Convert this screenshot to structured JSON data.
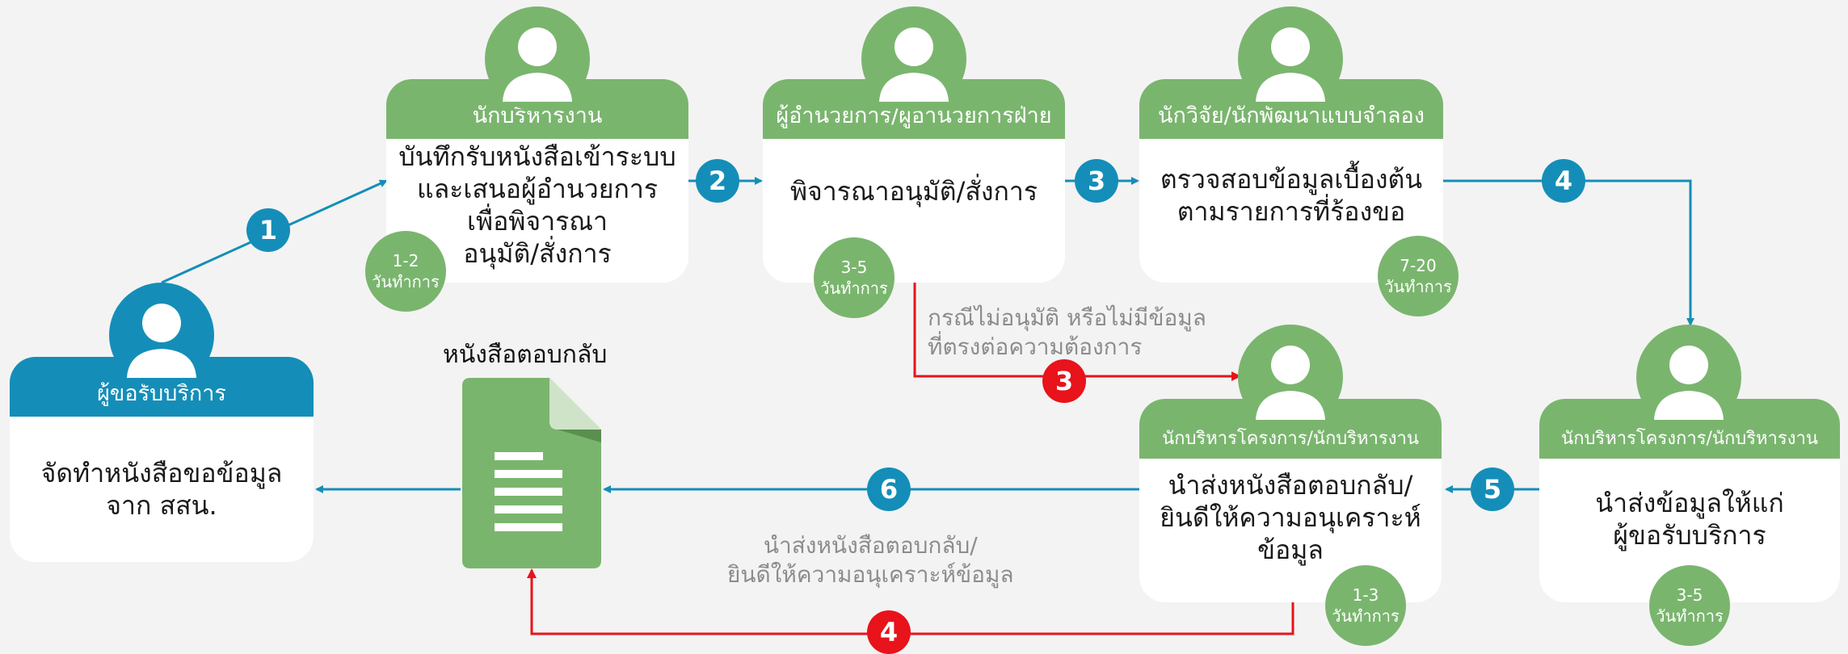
{
  "requester": {
    "header": "ผู้ขอรับบริการ",
    "text": "จัดทำหนังสือขอข้อมูล\nจาก สสน."
  },
  "step1_card": {
    "header": "นักบริหารงาน",
    "text": "บันทึกรับหนังสือเข้าระบบ\nและเสนอผู้อำนวยการ\nเพื่อพิจารณา\nอนุมัติ/สั่งการ",
    "days": "1-2\nวันทำการ"
  },
  "step2_card": {
    "header": "ผู้อำนวยการ/ผู้อำนวยการฝ่าย",
    "text": "พิจารณาอนุมัติ/สั่งการ",
    "days": "3-5\nวันทำการ"
  },
  "step3_card": {
    "header": "นักวิจัย/นักพัฒนาแบบจำลอง",
    "text": "ตรวจสอบข้อมูลเบื้องต้น\nตามรายการที่ร้องขอ",
    "days": "7-20\nวันทำการ"
  },
  "step4_card": {
    "header": "นักบริหารโครงการ/นักบริหารงาน",
    "text": "นำส่งข้อมูลให้แก่\nผู้ขอรับบริการ",
    "days": "3-5\nวันทำการ"
  },
  "step5_card": {
    "header": "นักบริหารโครงการ/นักบริหารงาน",
    "text": "นำส่งหนังสือตอบกลับ/\nยินดีให้ความอนุเคราะห์\nข้อมูล",
    "days": "1-3\nวันทำการ"
  },
  "document": {
    "title": "หนังสือตอบกลับ"
  },
  "notes": {
    "reject": "กรณีไม่อนุมัติ หรือไม่มีข้อมูล\nที่ตรงต่อความต้องการ",
    "reply": "นำส่งหนังสือตอบกลับ/\nยินดีให้ความอนุเคราะห์ข้อมูล"
  },
  "numbers": {
    "n1": "1",
    "n2": "2",
    "n3": "3",
    "n4": "4",
    "n5": "5",
    "n6": "6",
    "r3": "3",
    "r4": "4"
  },
  "colors": {
    "green": "#7ab56e",
    "blue": "#148eb8",
    "red": "#e8131b"
  }
}
